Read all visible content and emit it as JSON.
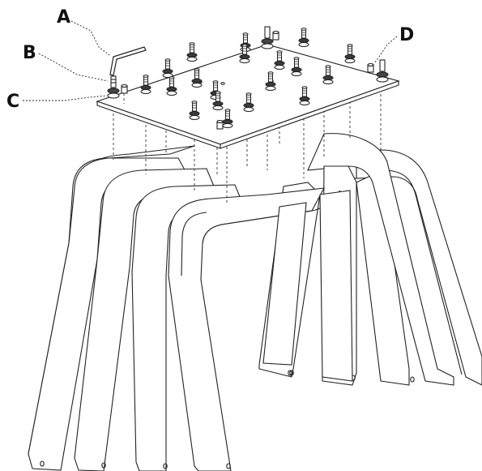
{
  "labels": {
    "a": "A",
    "b": "B",
    "c": "C",
    "d": "D"
  },
  "colors": {
    "line": "#222222",
    "background": "#ffffff"
  },
  "parts": [
    "hex-key",
    "bolt",
    "washer",
    "nut",
    "mounting-plate",
    "bent-leg-frame"
  ]
}
